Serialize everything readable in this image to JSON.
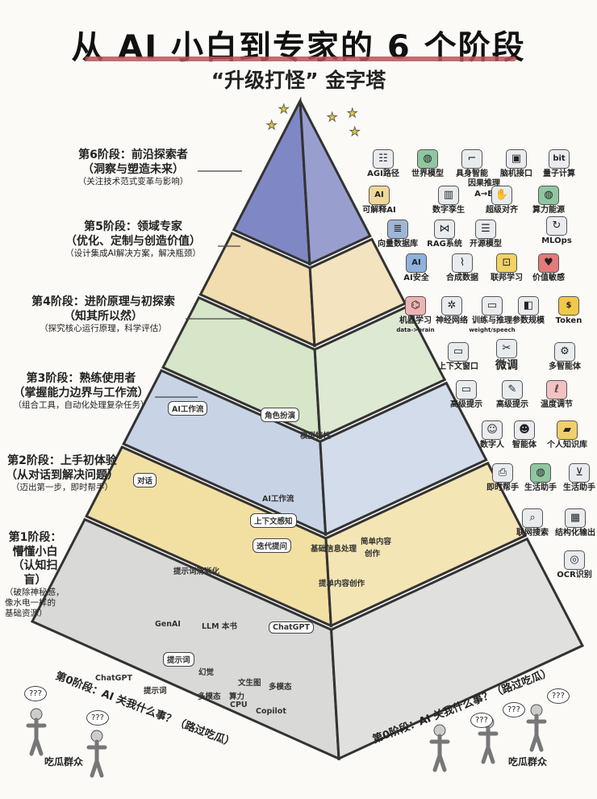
{
  "header": {
    "title": "从 AI 小白到专家的 6 个阶段",
    "subtitle": "“升级打怪” 金字塔"
  },
  "colors": {
    "underline": "#b5545a",
    "tier6": "#7f88c4",
    "tier5": "#f1ddb0",
    "tier4": "#d7e5c9",
    "tier3": "#c8d4e6",
    "tier2": "#f2e0a3",
    "tier1": "#d9d9d7"
  },
  "stages": [
    {
      "title": "第6阶段：前沿探索者",
      "subtitle": "（洞察与塑造未来）",
      "desc": "（关注技术范式变革与影响）"
    },
    {
      "title": "第5阶段：领域专家",
      "subtitle": "（优化、定制与创造价值）",
      "desc": "（设计集成AI解决方案，解决瓶颈）"
    },
    {
      "title": "第4阶段：进阶原理与初探索",
      "subtitle": "（知其所以然）",
      "desc": "（探究核心运行原理，科学评估）"
    },
    {
      "title": "第3阶段：熟练使用者",
      "subtitle": "（掌握能力边界与工作流）",
      "desc": "（组合工具，自动化处理复杂任务）"
    },
    {
      "title": "第2阶段：上手初体验",
      "subtitle": "（从对话到解决问题）",
      "desc": "（迈出第一步，即时帮手）"
    },
    {
      "title": "第1阶段：",
      "subtitle": "懵懂小白",
      "subtitle2": "（认知扫盲）",
      "desc": "（破除神秘感，",
      "desc2": "像水电一样的",
      "desc3": "基础资源）"
    }
  ],
  "concepts": [
    {
      "label": "AGI路径",
      "icon": "ladder-icon"
    },
    {
      "label": "世界模型",
      "icon": "globe-icon"
    },
    {
      "label": "具身智能",
      "icon": "robot-arm-icon"
    },
    {
      "label": "脑机接口",
      "icon": "chip-brain-icon"
    },
    {
      "label": "量子计算",
      "icon": "bit-chip-icon",
      "glyph": "bit"
    },
    {
      "label": "可解释AI",
      "icon": "ai-cube-icon",
      "glyph": "AI"
    },
    {
      "label": "数字孪生",
      "icon": "city-icon"
    },
    {
      "label": "因果推理",
      "sub": "A→B",
      "icon": ""
    },
    {
      "label": "超级对齐",
      "icon": "handshake-icon"
    },
    {
      "label": "算力能源",
      "icon": "globe-icon"
    },
    {
      "label": "向量数据库",
      "icon": "database-icon"
    },
    {
      "label": "RAG系统",
      "icon": "network-icon"
    },
    {
      "label": "开源模型",
      "icon": "server-icon"
    },
    {
      "label": "MLOps",
      "icon": "cycle-icon"
    },
    {
      "label": "AI安全",
      "icon": "shield-icon",
      "glyph": "AI"
    },
    {
      "label": "合成数据",
      "icon": "test-tube-icon"
    },
    {
      "label": "联邦学习",
      "icon": "lock-icon"
    },
    {
      "label": "价值敏感",
      "icon": "heart-icon"
    },
    {
      "label": "机器学习",
      "sub": "data->brain",
      "icon": "brain-icon"
    },
    {
      "label": "神经网络",
      "icon": "neural-net-icon"
    },
    {
      "label": "训练与推理",
      "sub": "weight/speech",
      "icon": "chat-bubble-icon"
    },
    {
      "label": "参数规模",
      "icon": "cubes-icon"
    },
    {
      "label": "Token",
      "icon": "coin-icon",
      "glyph": "$"
    },
    {
      "label": "上下文窗口",
      "icon": "ruler-icon"
    },
    {
      "label": "微调",
      "icon": "tools-icon"
    },
    {
      "label": "多智能体",
      "icon": "gear-icon"
    },
    {
      "label": "高级提示",
      "icon": "chat-bubble-icon"
    },
    {
      "label": "高级提示",
      "icon": "document-pen-icon"
    },
    {
      "label": "温度调节",
      "icon": "thermometer-icon"
    },
    {
      "label": "数字人",
      "icon": "person-portrait-icon"
    },
    {
      "label": "智能体",
      "icon": "robot-icon"
    },
    {
      "label": "个人知识库",
      "icon": "folder-icon"
    },
    {
      "label": "即时帮手",
      "icon": "printer-icon"
    },
    {
      "label": "生活助手",
      "icon": "globe-icon"
    },
    {
      "label": "生活助手",
      "icon": "cart-icon"
    },
    {
      "label": "联网搜索",
      "icon": "magnifier-icon"
    },
    {
      "label": "结构化输出",
      "icon": "table-icon"
    },
    {
      "label": "OCR识别",
      "icon": "camera-scan-icon"
    }
  ],
  "pyramid_labels": {
    "tier3": [
      "AI工作流",
      "角色扮演",
      "模型特性",
      "AI工作流"
    ],
    "tier2": [
      "对话",
      "上下文感知",
      "迭代提问",
      "提示词清晰化",
      "基础信息处理",
      "简单内容",
      "创作",
      "提单内容创作"
    ],
    "tier1": [
      "GenAI",
      "LLM 本书",
      "ChatGPT",
      "ChatGPT",
      "提示词",
      "提示词",
      "幻觉",
      "文生图",
      "多模态",
      "多模态",
      "算力",
      "CPU",
      "Copilot"
    ]
  },
  "ground": {
    "stage0_left": "第0阶段：AI 关我什么事？（路过吃瓜）",
    "stage0_right": "第0阶段：AI 关我什么事？（路过吃瓜）",
    "crowd_left": "吃瓜群众",
    "crowd_right": "吃瓜群众",
    "question": "???"
  }
}
